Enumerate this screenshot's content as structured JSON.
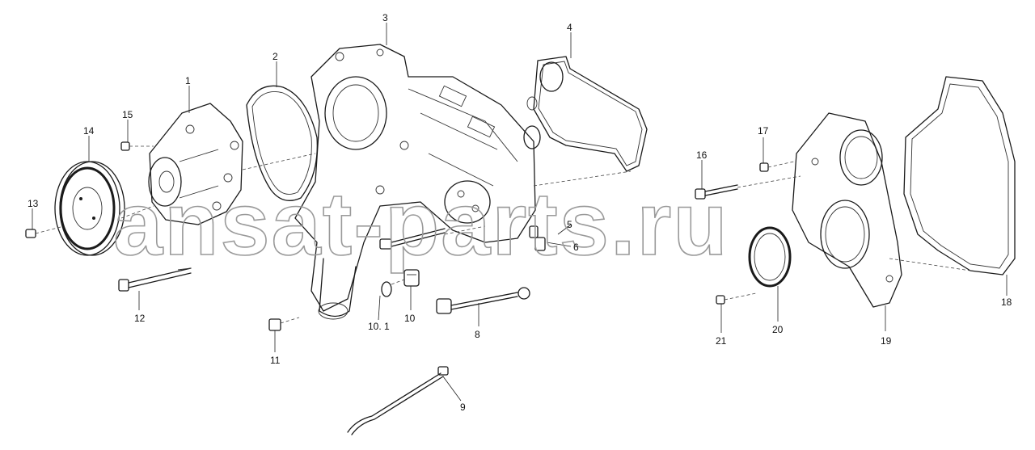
{
  "watermark": "ansat-parts.ru",
  "callouts": [
    {
      "id": "c1",
      "text": "1"
    },
    {
      "id": "c2",
      "text": "2"
    },
    {
      "id": "c3",
      "text": "3"
    },
    {
      "id": "c4",
      "text": "4"
    },
    {
      "id": "c5",
      "text": "5"
    },
    {
      "id": "c6",
      "text": "6"
    },
    {
      "id": "c8",
      "text": "8"
    },
    {
      "id": "c9",
      "text": "9"
    },
    {
      "id": "c10",
      "text": "10"
    },
    {
      "id": "c101",
      "text": "10. 1"
    },
    {
      "id": "c11",
      "text": "11"
    },
    {
      "id": "c12",
      "text": "12"
    },
    {
      "id": "c13",
      "text": "13"
    },
    {
      "id": "c14",
      "text": "14"
    },
    {
      "id": "c15",
      "text": "15"
    },
    {
      "id": "c16",
      "text": "16"
    },
    {
      "id": "c17",
      "text": "17"
    },
    {
      "id": "c18",
      "text": "18"
    },
    {
      "id": "c19",
      "text": "19"
    },
    {
      "id": "c20",
      "text": "20"
    },
    {
      "id": "c21",
      "text": "21"
    }
  ]
}
